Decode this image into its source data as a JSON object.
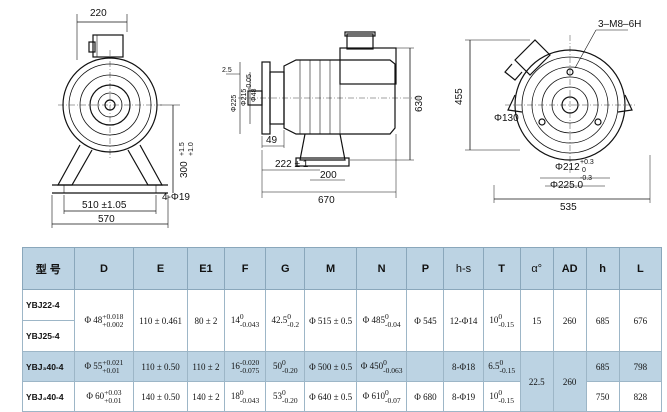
{
  "drawing": {
    "view1": {
      "dim_220": "220",
      "dim_300": "300",
      "dim_300_tol1": "+1.5",
      "dim_300_tol2": "+1.0",
      "dim_510": "510 ±1.05",
      "dim_570": "570",
      "dim_hole": "4-Φ19"
    },
    "view2": {
      "dim_d225": "Φ225",
      "dim_d215": "Φ215",
      "dim_d215_tol": "-0.05",
      "dim_d48": "Φ48",
      "dim_49": "49",
      "dim_222": "222 ± 1",
      "dim_200": "200",
      "dim_670": "670",
      "dim_630": "630",
      "dim_small": "2.5"
    },
    "view3": {
      "dim_thread": "3–M8–6H",
      "dim_455": "455",
      "dim_d130": "Φ130",
      "dim_d212": "Φ212",
      "dim_d212_tol1": "+0.3",
      "dim_d212_tol2": "0",
      "dim_d225": "Φ225.0",
      "dim_d225_tol": "-0.3",
      "dim_535": "535"
    }
  },
  "table": {
    "headers": [
      "型 号",
      "D",
      "E",
      "E1",
      "F",
      "G",
      "M",
      "N",
      "P",
      "h-s",
      "T",
      "α°",
      "AD",
      "h",
      "L"
    ],
    "rows": [
      {
        "model": "YBJ22-4",
        "D_base": "Φ 48",
        "D_up": "+0.018",
        "D_lo": "+0.002",
        "E": "110 ± 0.461",
        "E1": "80 ± 2",
        "F_base": "14",
        "F_up": "0",
        "F_lo": "-0.043",
        "G_base": "42.5",
        "G_up": "0",
        "G_lo": "-0.2",
        "M": "Φ 515 ± 0.5",
        "N_base": "Φ 485",
        "N_up": "0",
        "N_lo": "-0.04",
        "P": "Φ 545",
        "hs": "12-Φ14",
        "T_base": "10",
        "T_up": "0",
        "T_lo": "-0.15",
        "alpha": "15",
        "AD": "260",
        "h": "685",
        "L": "676"
      },
      {
        "model": "YBJ25-4",
        "D_base": "",
        "D_up": "",
        "D_lo": "",
        "E": "",
        "E1": "",
        "F_base": "",
        "F_up": "",
        "F_lo": "",
        "G_base": "",
        "G_up": "",
        "G_lo": "",
        "M": "",
        "N_base": "",
        "N_up": "",
        "N_lo": "",
        "P": "",
        "hs": "",
        "T_base": "",
        "T_up": "",
        "T_lo": "",
        "alpha": "",
        "AD": "",
        "h": "",
        "L": ""
      },
      {
        "model": "YBJ₃40-4",
        "D_base": "Φ 55",
        "D_up": "+0.021",
        "D_lo": "+0.01",
        "E": "110 ± 0.50",
        "E1": "110 ± 2",
        "F_base": "16",
        "F_up": "-0.020",
        "F_lo": "-0.075",
        "G_base": "50",
        "G_up": "0",
        "G_lo": "-0.20",
        "M": "Φ 500 ± 0.5",
        "N_base": "Φ 450",
        "N_up": "0",
        "N_lo": "-0.063",
        "P": "",
        "hs": "8-Φ18",
        "T_base": "6.5",
        "T_up": "0",
        "T_lo": "-0.15",
        "alpha": "22.5",
        "AD": "260",
        "h": "685",
        "L": "798"
      },
      {
        "model": "YBJ₄40-4",
        "D_base": "Φ 60",
        "D_up": "+0.03",
        "D_lo": "+0.01",
        "E": "140 ± 0.50",
        "E1": "140 ± 2",
        "F_base": "18",
        "F_up": "0",
        "F_lo": "-0.043",
        "G_base": "53",
        "G_up": "0",
        "G_lo": "-0.20",
        "M": "Φ 640 ± 0.5",
        "N_base": "Φ 610",
        "N_up": "0",
        "N_lo": "-0.07",
        "P": "Φ 680",
        "hs": "8-Φ19",
        "T_base": "10",
        "T_up": "0",
        "T_lo": "-0.15",
        "alpha": "",
        "AD": "",
        "h": "750",
        "L": "828"
      }
    ]
  }
}
